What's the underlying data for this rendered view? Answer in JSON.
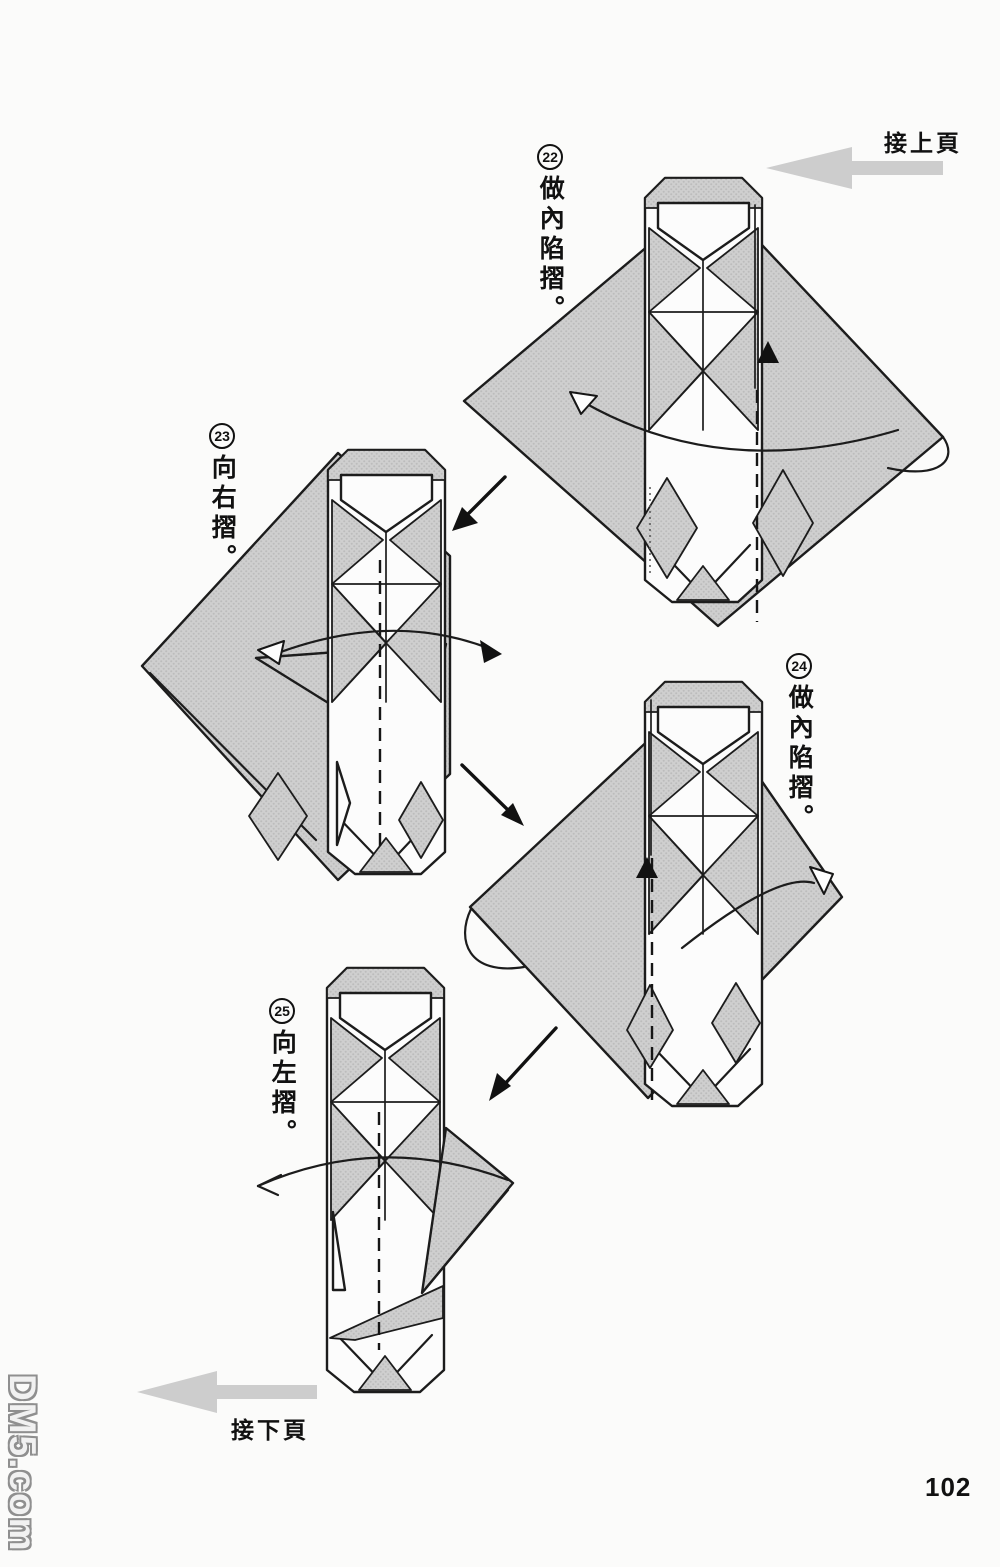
{
  "page": {
    "number": "102",
    "background": "#fbfbfa"
  },
  "nav": {
    "prev": {
      "label": "接上頁",
      "direction": "left"
    },
    "next": {
      "label": "接下頁",
      "direction": "left"
    }
  },
  "watermark": {
    "text": "DM5.com"
  },
  "steps": [
    {
      "number": "22",
      "instruction": "做內陷摺。"
    },
    {
      "number": "23",
      "instruction": "向右摺。"
    },
    {
      "number": "24",
      "instruction": "做內陷摺。"
    },
    {
      "number": "25",
      "instruction": "向左摺。"
    }
  ],
  "colors": {
    "paper_gray": "#c9c9c9",
    "outline": "#1c1c1c",
    "nav_arrow_gray": "#cdcdcd",
    "watermark_gray": "#8f8f8f"
  }
}
